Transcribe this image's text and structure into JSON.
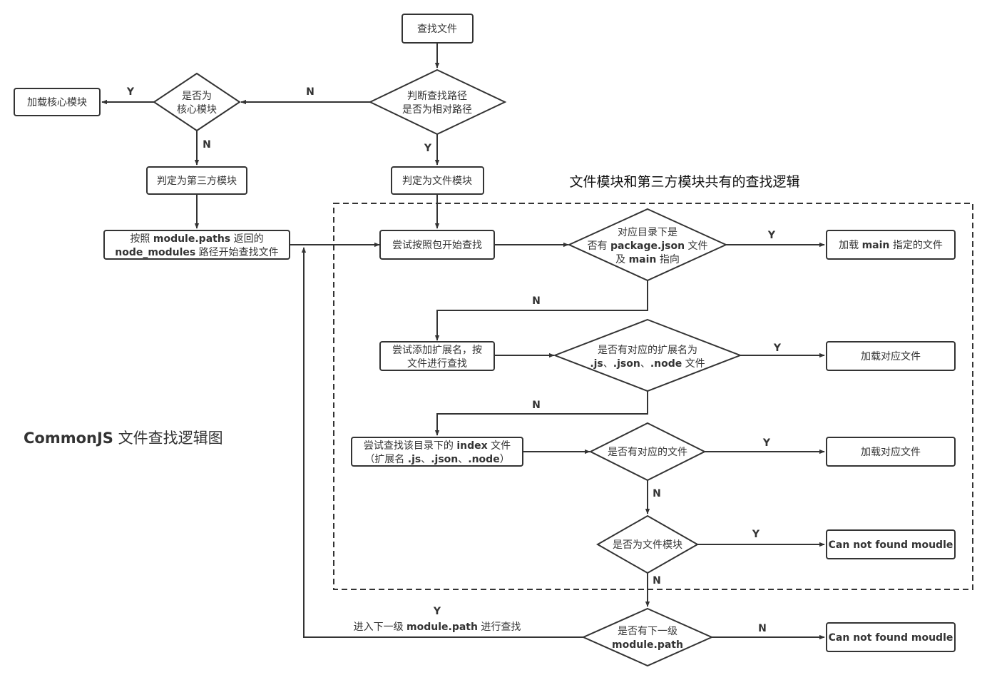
{
  "title": {
    "bold": "CommonJS",
    "rest": " 文件查找逻辑图"
  },
  "section_title": "文件模块和第三方模块共有的查找逻辑",
  "nodes": {
    "find_file": "查找文件",
    "is_relative": [
      "判断查找路径",
      "是否为相对路径"
    ],
    "is_core": [
      "是否为",
      "核心模块"
    ],
    "load_core": "加载核心模块",
    "third_party": "判定为第三方模块",
    "file_module": "判定为文件模块",
    "module_paths": {
      "l1a": "按照 ",
      "l1b": "module.paths",
      "l1c": " 返回的",
      "l2a": "node_modules",
      "l2b": " 路径开始查找文件"
    },
    "try_package": "尝试按照包开始查找",
    "has_pkg": {
      "l1": "对应目录下是",
      "l2a": "否有 ",
      "l2b": "package.json",
      "l2c": " 文件",
      "l3a": "及 ",
      "l3b": "main",
      "l3c": " 指向"
    },
    "load_main": {
      "a": "加载 ",
      "b": "main",
      "c": " 指定的文件"
    },
    "try_ext": [
      "尝试添加扩展名，按",
      "文件进行查找"
    ],
    "has_ext": {
      "l1": "是否有对应的扩展名为",
      "l2a": ".js",
      "l2b": "、",
      "l2c": ".json",
      "l2d": "、",
      "l2e": ".node",
      "l2f": " 文件"
    },
    "load_ext": "加载对应文件",
    "try_index": {
      "l1a": "尝试查找该目录下的 ",
      "l1b": "index",
      "l1c": " 文件",
      "l2a": "（扩展名 ",
      "l2b": ".js",
      "l2c": "、",
      "l2d": ".json",
      "l2e": "、",
      "l2f": ".node",
      "l2g": "）"
    },
    "has_file": "是否有对应的文件",
    "load_file": "加载对应文件",
    "is_file_module": "是否为文件模块",
    "not_found_1": "Can not found moudle",
    "has_next": {
      "l1": "是否有下一级",
      "l2": "module.path"
    },
    "not_found_2": "Can not found moudle"
  },
  "edge_labels": {
    "core_yes": "Y",
    "relative_no": "N",
    "core_no": "N",
    "relative_yes": "Y",
    "pkg_yes": "Y",
    "pkg_no": "N",
    "ext_yes": "Y",
    "ext_no": "N",
    "file_yes": "Y",
    "file_no": "N",
    "filemod_yes": "Y",
    "filemod_no": "N",
    "next_yes": "Y",
    "next_yes_text_a": "进入下一级 ",
    "next_yes_text_b": "module.path",
    "next_yes_text_c": " 进行查找",
    "next_no": "N"
  },
  "colors": {
    "stroke": "#333333",
    "background": "#ffffff"
  }
}
